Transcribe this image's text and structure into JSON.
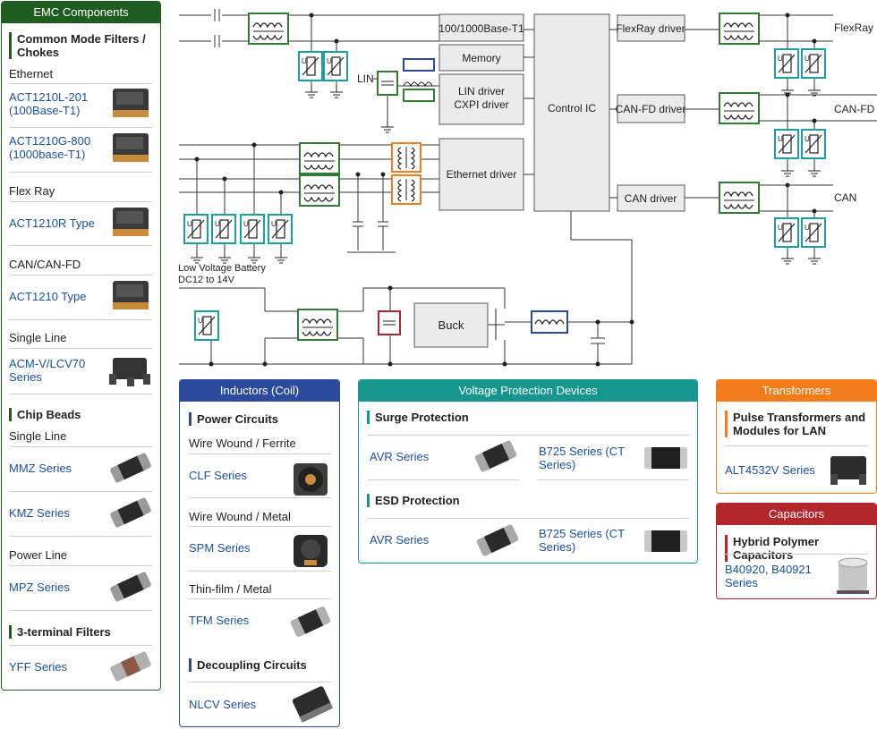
{
  "emc": {
    "title": "EMC Components",
    "cmf_title": "Common Mode Filters / Chokes",
    "ethernet": "Ethernet",
    "act1210l": "ACT1210L-201 (100Base-T1)",
    "act1210g": "ACT1210G-800 (1000base-T1)",
    "flexray": "Flex Ray",
    "act1210r": "ACT1210R Type",
    "canfd": "CAN/CAN-FD",
    "act1210": "ACT1210 Type",
    "single_line": "Single Line",
    "acm": "ACM-V/LCV70 Series",
    "chip_beads": "Chip Beads",
    "single_line2": "Single Line",
    "mmz": "MMZ Series",
    "kmz": "KMZ Series",
    "power_line": "Power Line",
    "mpz": "MPZ Series",
    "three_terminal": "3-terminal Filters",
    "yff": "YFF Series"
  },
  "inductors": {
    "title": "Inductors (Coil)",
    "power": "Power Circuits",
    "ww_ferrite": "Wire Wound / Ferrite",
    "clf": "CLF Series",
    "ww_metal": "Wire Wound / Metal",
    "spm": "SPM Series",
    "thin_film": "Thin-film / Metal",
    "tfm": "TFM Series",
    "decoupling": "Decoupling Circuits",
    "nlcv": "NLCV Series"
  },
  "vpd": {
    "title": "Voltage Protection Devices",
    "surge": "Surge Protection",
    "avr1": "AVR Series",
    "b725_1": "B725 Series (CT Series)",
    "esd": "ESD Protection",
    "avr2": "AVR Series",
    "b725_2": "B725 Series (CT Series)"
  },
  "transformers": {
    "title": "Transformers",
    "pulse": "Pulse Transformers and Modules for LAN",
    "alt": "ALT4532V Series"
  },
  "capacitors": {
    "title": "Capacitors",
    "hybrid": "Hybrid Polymer Capacitors",
    "b40920": "B40920, B40921 Series"
  },
  "diagram": {
    "base_t1": "100/1000Base-T1",
    "memory": "Memory",
    "lin_driver": "LIN driver",
    "cxpi_driver": "CXPI driver",
    "control_ic": "Control IC",
    "flexray_driver": "FlexRay driver",
    "canfd_driver": "CAN-FD driver",
    "ethernet_driver": "Ethernet driver",
    "can_driver": "CAN driver",
    "lin": "LIN",
    "flexray": "FlexRay",
    "canfd": "CAN-FD",
    "can": "CAN",
    "battery1": "Low Voltage Battery",
    "battery2": "DC12 to 14V",
    "buck": "Buck"
  },
  "colors": {
    "emc": "#1f5c1f",
    "inductors": "#2c4a9e",
    "vpd": "#17968f",
    "transformers": "#f07d1a",
    "capacitors": "#b3262b",
    "choke": "#2e7d32",
    "varistor": "#1aa0a0",
    "coil": "#2c4a9e",
    "cap": "#b3262b",
    "pulse": "#f07d1a"
  }
}
